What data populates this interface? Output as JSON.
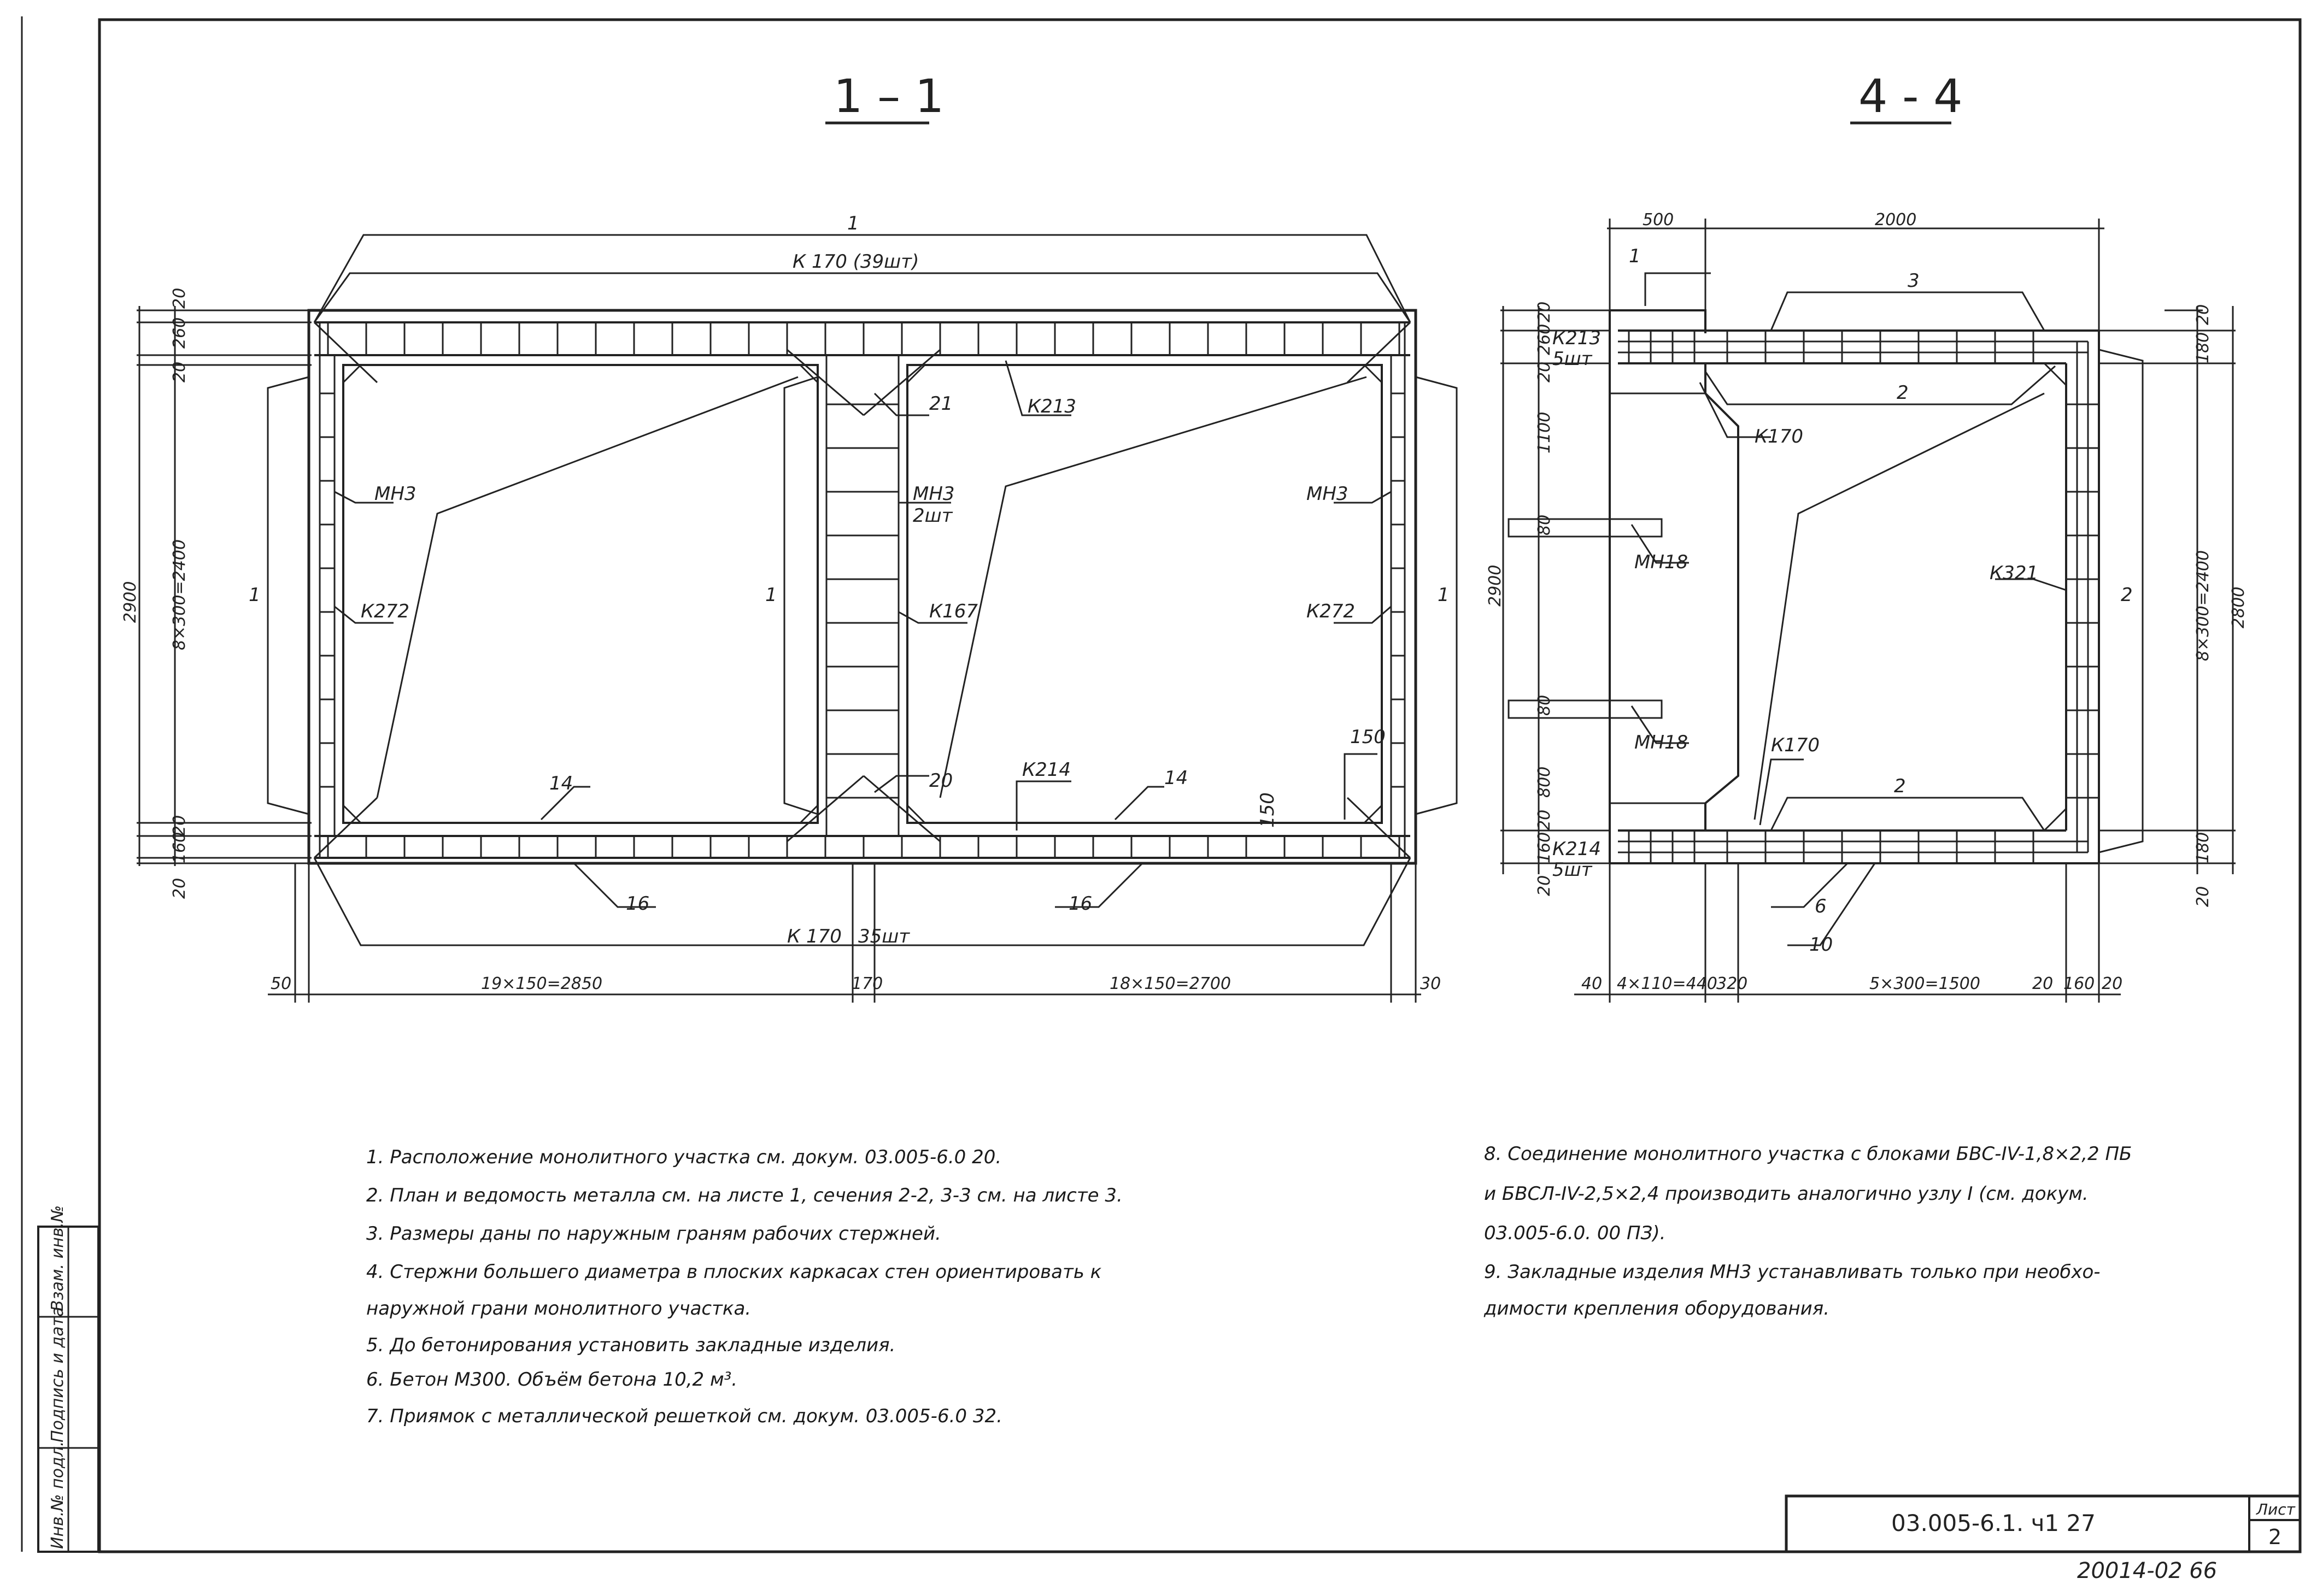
{
  "section_1_1": {
    "title": "1 – 1",
    "callouts": {
      "top_1": "1",
      "top_k170": "К 170  (39шт)",
      "bottom_k170": "К 170",
      "bottom_count": "35шт",
      "mn3_left": "МН3",
      "mn3_mid": "МН3",
      "mn3_mid_qty": "2шт",
      "mn3_right": "МН3",
      "k272_left": "К272",
      "k272_right": "К272",
      "k167": "К167",
      "k213": "К213",
      "k214": "К214",
      "c21": "21",
      "c20": "20",
      "c14_left": "14",
      "c14_right": "14",
      "c16_left": "16",
      "c16_right": "16",
      "c1_left": "1",
      "c1_mid": "1",
      "c1_right": "1",
      "c150_a": "150",
      "c150_b": "150"
    },
    "dims": {
      "left_20_top": "20",
      "left_260": "260",
      "left_20_b": "20",
      "left_total": "2900",
      "left_bays": "8×300=2400",
      "left_20_c": "20",
      "left_160": "160",
      "left_20_bot": "20",
      "bot_50": "50",
      "bot_19": "19×150=2850",
      "bot_170": "170",
      "bot_18": "18×150=2700",
      "bot_30": "30"
    }
  },
  "section_4_4": {
    "title": "4 - 4",
    "callouts": {
      "c1": "1",
      "c3": "3",
      "c2_top": "2",
      "c2_right": "2",
      "c2_bot": "2",
      "c6": "6",
      "c10": "10",
      "k213": "К213",
      "k213_qty": "5шт",
      "k214": "К214",
      "k214_qty": "5шт",
      "k170_a": "К170",
      "k170_b": "К170",
      "k321": "К321",
      "mn18_a": "МН18",
      "mn18_b": "МН18"
    },
    "dims": {
      "top_500": "500",
      "top_2000": "2000",
      "l_20a": "20",
      "l_260": "260",
      "l_20b": "20",
      "l_1100": "1100",
      "l_80a": "80",
      "l_2900": "2900",
      "l_80b": "80",
      "l_800": "800",
      "l_20c": "20",
      "l_160": "160",
      "l_20d": "20",
      "r_20a": "20",
      "r_180a": "180",
      "r_bays": "8×300=2400",
      "r_2800": "2800",
      "r_180b": "180",
      "r_20b": "20",
      "b_40": "40",
      "b_4x110": "4×110=440",
      "b_320": "320",
      "b_5x300": "5×300=1500",
      "b_20a": "20",
      "b_160": "160",
      "b_20b": "20"
    }
  },
  "notes": [
    "1.  Расположение   монолитного   участка   см. докум. 03.005-6.0  20.",
    "2.  План              и ведомость   металла   см. на листе  1,  сечения  2-2, 3-3  см. на листе  3.",
    "3.  Размеры   даны  по  наружным   граням   рабочих   стержней.",
    "4.  Стержни   большего   диаметра  в  плоских   каркасах  стен  ориентировать   к",
    "     наружной   грани   монолитного   участка.",
    "5.  До   бетонирования   установить   закладные   изделия.",
    "6.  Бетон   М300.  Объём  бетона  10,2 м³.",
    "7.  Приямок  с  металлической   решеткой    см.  докум.  03.005-6.0  32."
  ],
  "notes_right": [
    "8.  Соединение   монолитного  участка   с  блоками   БВС-IV-1,8×2,2 ПБ",
    "     и  БВСЛ-IV-2,5×2,4   производить   аналогично   узлу I  (см. докум.",
    "     03.005-6.0.  00  ПЗ).",
    "9.  Закладные   изделия   МН3  устанавливать   только   при  необхо-",
    "     димости   крепления    оборудования."
  ],
  "title_block": {
    "doc_number": "03.005-6.1. ч1  27",
    "sheet_label": "Лист",
    "sheet_number": "2",
    "archive_number": "20014-02  66"
  },
  "margin_stamp": {
    "inv_orig": "Инв.№ подл.",
    "sign_date": "Подпись и дата",
    "inv_dup": "Взам. инв.№"
  }
}
